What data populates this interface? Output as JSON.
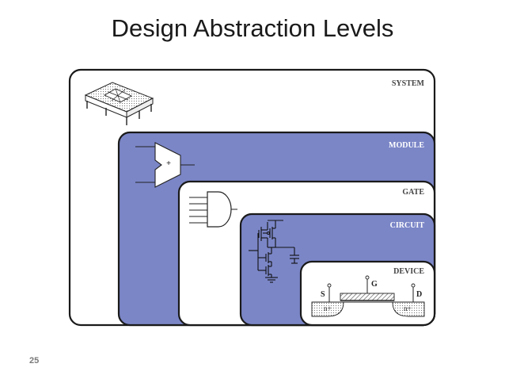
{
  "slide": {
    "title": "Design Abstraction Levels",
    "number": "25"
  },
  "levels": [
    {
      "label": "SYSTEM"
    },
    {
      "label": "MODULE"
    },
    {
      "label": "GATE"
    },
    {
      "label": "CIRCUIT"
    },
    {
      "label": "DEVICE"
    }
  ],
  "module_symbol": "+",
  "device": {
    "gate": "G",
    "source": "S",
    "drain": "D",
    "source_region": "n+",
    "drain_region": "n+"
  },
  "colors": {
    "blue_fill": "#7b86c7",
    "white_fill": "#ffffff",
    "outline": "#1a1a1a"
  }
}
